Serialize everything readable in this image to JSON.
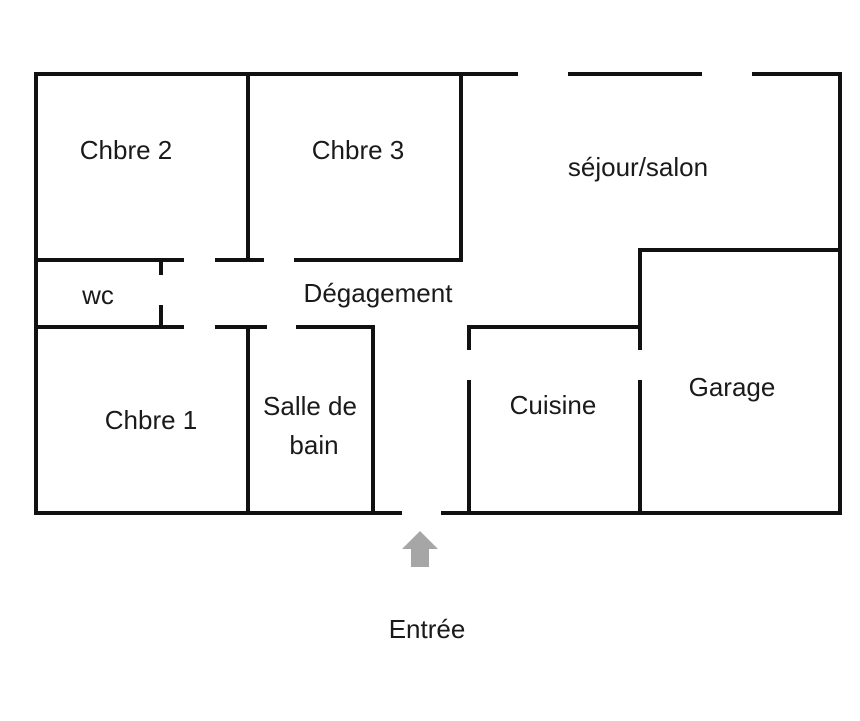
{
  "plan": {
    "colors": {
      "wall": "#111111",
      "text": "#1a1a1a",
      "arrow": "#a6a6a6",
      "background": "#ffffff"
    },
    "rooms": {
      "chbre2": "Chbre 2",
      "chbre3": "Chbre 3",
      "sejour": "séjour/salon",
      "wc": "wc",
      "degagement": "Dégagement",
      "garage": "Garage",
      "chbre1": "Chbre 1",
      "sdb_line1": "Salle de",
      "sdb_line2": "bain",
      "cuisine": "Cuisine"
    },
    "entrance": {
      "label": "Entrée",
      "icon": "arrow-up-icon"
    }
  }
}
